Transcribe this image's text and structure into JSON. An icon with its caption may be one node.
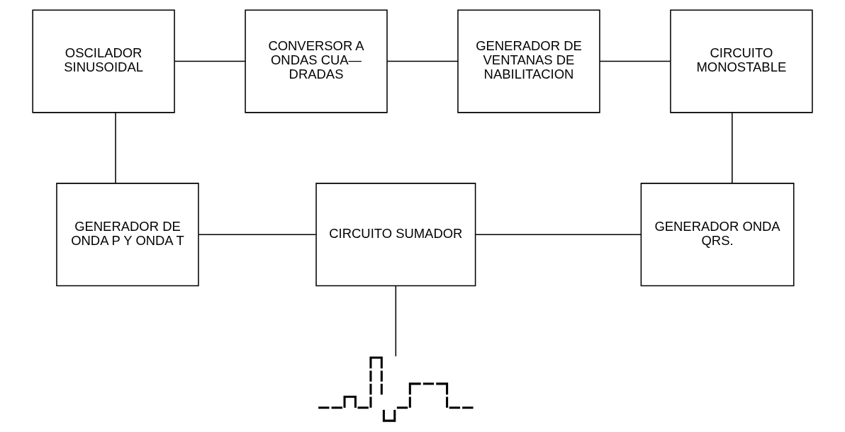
{
  "diagram": {
    "nodes": [
      {
        "text": [
          "OSCILADOR SINUSOIDAL"
        ]
      },
      {
        "text": [
          "CONVERSOR A ONDAS CUA— DRADAS"
        ]
      },
      {
        "text": [
          "GENERADOR DE VENTANAS DE NABILITACION"
        ]
      },
      {
        "text": [
          "CIRCUITO MONOSTABLE"
        ]
      },
      {
        "text": [
          "GENERADOR DE ONDA P Y ONDA T"
        ]
      },
      {
        "text": [
          "CIRCUITO SUMADOR"
        ]
      },
      {
        "text": [
          "GENERADOR ONDA QRS."
        ]
      },
      {
        "text": [],
        "shape": "picture"
      }
    ],
    "edges": [
      {
        "from": 0,
        "to": 1,
        "arrow": "none"
      },
      {
        "from": 1,
        "to": 2,
        "arrow": "none"
      },
      {
        "from": 2,
        "to": 3,
        "arrow": "none"
      },
      {
        "from": 3,
        "to": 6,
        "arrow": "none"
      },
      {
        "from": 0,
        "to": 4,
        "arrow": "none"
      },
      {
        "from": 4,
        "to": 5,
        "arrow": "none"
      },
      {
        "from": 6,
        "to": 5,
        "arrow": "none"
      },
      {
        "from": 5,
        "to": 7,
        "arrow": "none"
      }
    ]
  }
}
